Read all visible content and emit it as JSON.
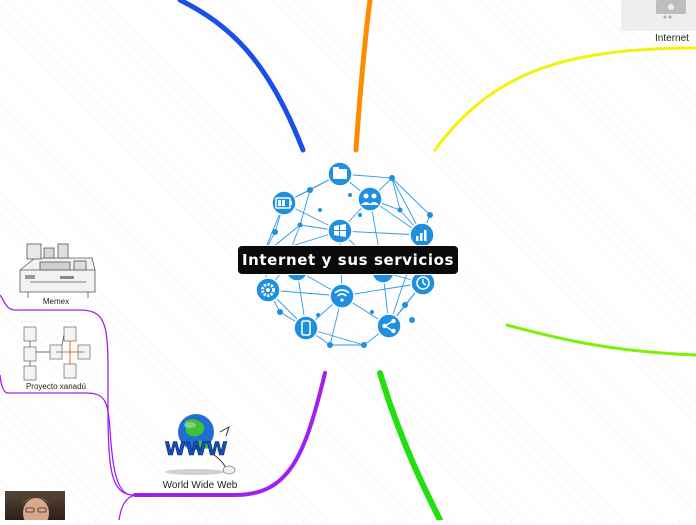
{
  "central_topic": {
    "title": "Internet y sus servicios",
    "background": "#0a0a0a",
    "text_color": "#ffffff"
  },
  "topics": {
    "internet": {
      "label": "Internet"
    },
    "memex": {
      "label": "Memex"
    },
    "xanadu": {
      "label": "Proyecto xanadú"
    },
    "www": {
      "label": "World Wide Web",
      "image_text": "WWW"
    }
  },
  "branch_colors": {
    "blue": "#1b4fe8",
    "orange": "#ff8c00",
    "yellow": "#f2f20a",
    "lime": "#7cf00a",
    "green": "#22e010",
    "purple": "#a020f0"
  },
  "hub_icons": [
    "folder-icon",
    "battery-icon",
    "people-icon",
    "windows-logo-icon",
    "chart-icon",
    "gear-icon",
    "wifi-icon",
    "clock-icon",
    "mobile-icon",
    "share-icon",
    "monitor-icon",
    "envelope-icon"
  ],
  "accent": "#1f8fe0"
}
